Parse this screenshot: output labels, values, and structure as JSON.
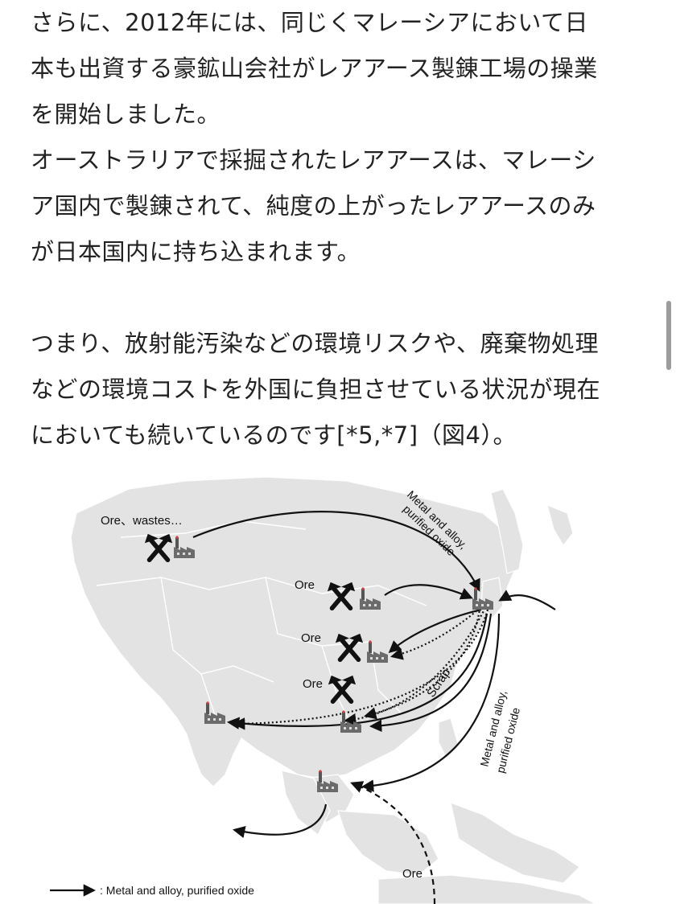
{
  "article": {
    "paragraph1": [
      "さらに、2012年には、同じくマレーシアにおいて日",
      "本も出資する豪鉱山会社がレアアース製錬工場の操業",
      "を開始しました。",
      "オーストラリアで採掘されたレアアースは、マレーシ",
      "ア国内で製錬されて、純度の上がったレアアースのみ",
      "が日本国内に持ち込まれます。"
    ],
    "paragraph2": [
      "つまり、放射能汚染などの環境リスクや、廃棄物処理",
      "などの環境コストを外国に負担させている状況が現在",
      "においても続いているのです[*5,*7]（図4）。"
    ]
  },
  "figure": {
    "labels": {
      "ore_wastes": "Ore、wastes…",
      "ore_1": "Ore",
      "ore_2": "Ore",
      "ore_3": "Ore",
      "ore_4": "Ore",
      "scrap": "Scrap",
      "metal_top_1": "Metal and alloy,",
      "metal_top_2": "purified oxide",
      "metal_right_1": "Metal and alloy,",
      "metal_right_2": "purified oxide"
    },
    "legend": ": Metal and alloy, purified oxide"
  }
}
